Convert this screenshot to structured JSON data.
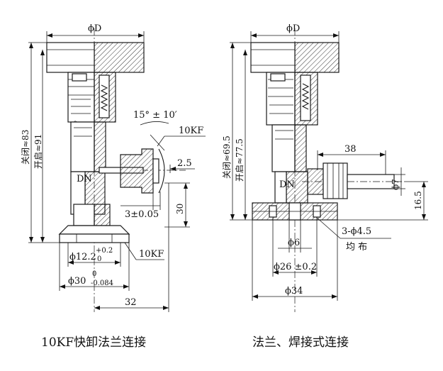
{
  "left_view": {
    "dims": {
      "top_dia": "ϕD",
      "height_closed": "关闭≈83",
      "height_open": "开启≈91",
      "angle": "15° ± 10′",
      "port": "10KF",
      "offset": "2.5",
      "nominal": "DN",
      "clearance": "3±0.05",
      "port_height": "30",
      "inner_dia": "ϕ12.2",
      "inner_tol_up": "+0.2",
      "inner_tol_dn": "0",
      "outer_dia": "ϕ30",
      "outer_tol_up": "0",
      "outer_tol_dn": "-0.084",
      "bottom_port": "10KF",
      "width": "32"
    },
    "caption": "10KF快卸法兰连接"
  },
  "right_view": {
    "dims": {
      "top_dia": "ϕD",
      "height_closed": "关闭≈69.5",
      "height_open": "开启≈77.5",
      "tube_len": "38",
      "nominal": "DN",
      "tube_dia": "ϕ7",
      "tube_height": "16.5",
      "holes": "3-ϕ4.5",
      "holes_note": "均  布",
      "bore": "ϕ6",
      "pcd": "ϕ26 ±0.2",
      "flange_dia": "ϕ34"
    },
    "caption": "法兰、焊接式连接"
  }
}
